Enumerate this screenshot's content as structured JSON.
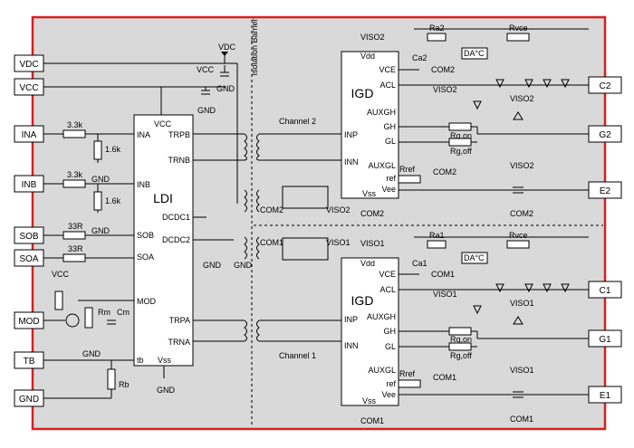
{
  "board": {
    "border_color": "#d62020",
    "fill_color": "#d9d9d9"
  },
  "external_pins": {
    "left": [
      "VDC",
      "VCC",
      "INA",
      "INB",
      "SOB",
      "SOA",
      "MOD",
      "TB",
      "GND"
    ],
    "right": [
      "C2",
      "G2",
      "E2",
      "C1",
      "G1",
      "E1"
    ]
  },
  "barrier": {
    "label": "Isolation Barrier"
  },
  "ldi": {
    "name": "LDI",
    "pins": {
      "vcc": "VCC",
      "ina": "INA",
      "inb": "INB",
      "sob": "SOB",
      "soa": "SOA",
      "mod": "MOD",
      "tb": "tb",
      "vss": "Vss",
      "trpb": "TRPB",
      "trnb": "TRNB",
      "dcdc1": "DCDC1",
      "dcdc2": "DCDC2",
      "trpa": "TRPA",
      "trna": "TRNA"
    }
  },
  "igd2": {
    "name": "IGD",
    "pins": {
      "vdd": "Vdd",
      "vce": "VCE",
      "acl": "ACL",
      "auxgh": "AUXGH",
      "gh": "GH",
      "gl": "GL",
      "inp": "INP",
      "inn": "INN",
      "auxgl": "AUXGL",
      "ref": "ref",
      "vee": "Vee",
      "vss": "Vss"
    }
  },
  "igd1": {
    "name": "IGD",
    "pins": {
      "vdd": "Vdd",
      "vce": "VCE",
      "acl": "ACL",
      "auxgh": "AUXGH",
      "gh": "GH",
      "gl": "GL",
      "inp": "INP",
      "inn": "INN",
      "auxgl": "AUXGL",
      "ref": "ref",
      "vee": "Vee",
      "vss": "Vss"
    }
  },
  "labels": {
    "channel2": "Channel 2",
    "channel1": "Channel 1",
    "vdc_top": "VDC",
    "vcc_cap": "VCC",
    "gnd": "GND",
    "r_ina": "3.3k",
    "r_ina_pd": "1.6k",
    "r_inb": "3.3k",
    "r_inb_pd": "1.6k",
    "r_sob": "33R",
    "r_soa": "33R",
    "mod_vcc": "VCC",
    "rm": "Rm",
    "cm": "Cm",
    "rb": "Rb",
    "viso2": "VISO2",
    "com2": "COM2",
    "viso1": "VISO1",
    "com1": "COM1",
    "ca2": "Ca2",
    "ca1": "Ca1",
    "ra2": "Ra2",
    "ra1": "Ra1",
    "rvce": "Rvce",
    "da": "DA°C",
    "rgon": "Rg,on",
    "rgoff": "Rg,off",
    "rref": "Rref"
  }
}
